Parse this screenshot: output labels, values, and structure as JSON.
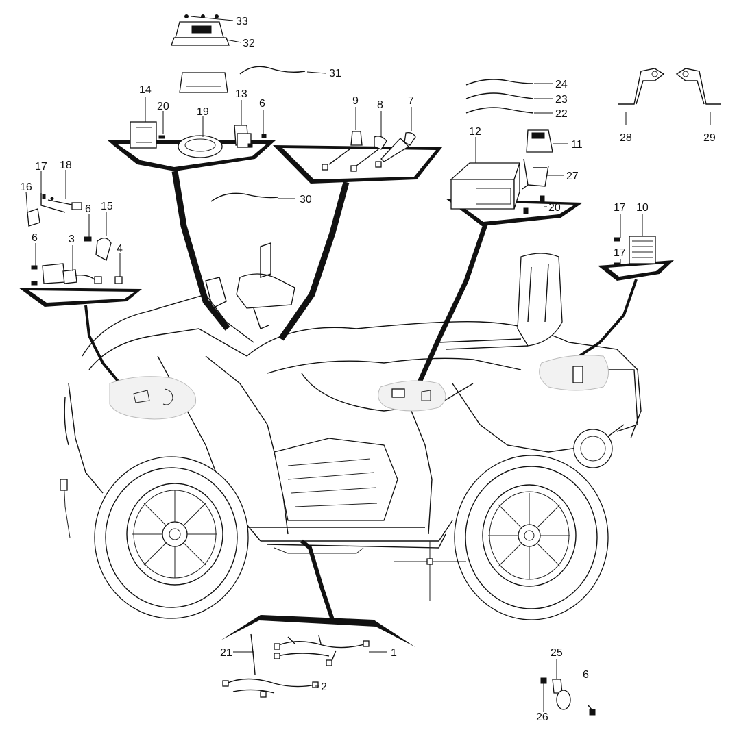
{
  "diagram": {
    "type": "exploded parts diagram",
    "subject": "ATV electrical components",
    "callouts": [
      {
        "id": "c33",
        "label": "33"
      },
      {
        "id": "c32",
        "label": "32"
      },
      {
        "id": "c31",
        "label": "31"
      },
      {
        "id": "c14",
        "label": "14"
      },
      {
        "id": "c20a",
        "label": "20"
      },
      {
        "id": "c19",
        "label": "19"
      },
      {
        "id": "c13",
        "label": "13"
      },
      {
        "id": "c6a",
        "label": "6"
      },
      {
        "id": "c9",
        "label": "9"
      },
      {
        "id": "c8",
        "label": "8"
      },
      {
        "id": "c7",
        "label": "7"
      },
      {
        "id": "c24",
        "label": "24"
      },
      {
        "id": "c23",
        "label": "23"
      },
      {
        "id": "c22",
        "label": "22"
      },
      {
        "id": "c12",
        "label": "12"
      },
      {
        "id": "c11",
        "label": "11"
      },
      {
        "id": "c27",
        "label": "27"
      },
      {
        "id": "c20b",
        "label": "20"
      },
      {
        "id": "c28",
        "label": "28"
      },
      {
        "id": "c29",
        "label": "29"
      },
      {
        "id": "c17a",
        "label": "17"
      },
      {
        "id": "c18",
        "label": "18"
      },
      {
        "id": "c16",
        "label": "16"
      },
      {
        "id": "c15",
        "label": "15"
      },
      {
        "id": "c6b",
        "label": "6"
      },
      {
        "id": "c6c",
        "label": "6"
      },
      {
        "id": "c3",
        "label": "3"
      },
      {
        "id": "c4",
        "label": "4"
      },
      {
        "id": "c30",
        "label": "30"
      },
      {
        "id": "c17b",
        "label": "17"
      },
      {
        "id": "c10",
        "label": "10"
      },
      {
        "id": "c17c",
        "label": "17"
      },
      {
        "id": "c21",
        "label": "21"
      },
      {
        "id": "c1",
        "label": "1"
      },
      {
        "id": "c2",
        "label": "2"
      },
      {
        "id": "c25",
        "label": "25"
      },
      {
        "id": "c6d",
        "label": "6"
      },
      {
        "id": "c26",
        "label": "26"
      }
    ]
  }
}
